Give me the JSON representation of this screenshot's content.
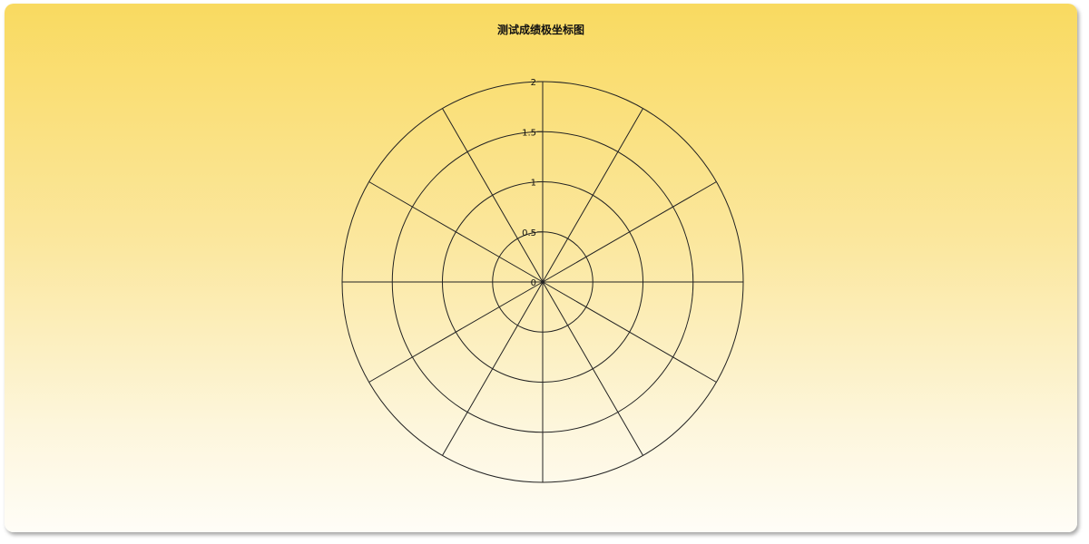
{
  "chart_data": {
    "type": "polar",
    "title": "测试成绩极坐标图",
    "radial_axis": {
      "range": [
        0,
        2
      ],
      "ticks": [
        0,
        0.5,
        1,
        1.5,
        2
      ],
      "tick_labels": [
        "0",
        "0.5",
        "1",
        "1.5",
        "2"
      ]
    },
    "angular_axis": {
      "divisions": 12,
      "step_degrees": 30
    },
    "grid": true,
    "series": []
  },
  "colors": {
    "grid_line": "#222222",
    "text": "#111111"
  }
}
